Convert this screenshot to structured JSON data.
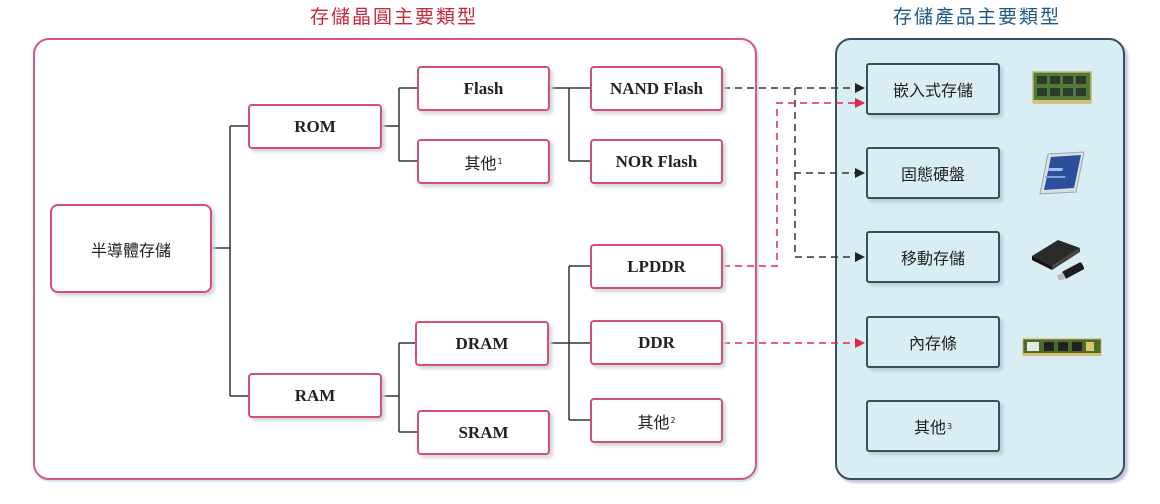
{
  "titles": {
    "wafer": "存儲晶圓主要類型",
    "product": "存儲產品主要類型"
  },
  "tree": {
    "root": "半導體存儲",
    "rom": "ROM",
    "ram": "RAM",
    "flash": "Flash",
    "rom_other": "其他",
    "rom_other_note": "1",
    "nand": "NAND Flash",
    "nor": "NOR Flash",
    "dram": "DRAM",
    "sram": "SRAM",
    "lpddr": "LPDDR",
    "ddr": "DDR",
    "dram_other": "其他",
    "dram_other_note": "2"
  },
  "products": [
    {
      "label": "嵌入式存儲",
      "icon": "embedded-memory-board-icon"
    },
    {
      "label": "固態硬盤",
      "icon": "ssd-icon"
    },
    {
      "label": "移動存儲",
      "icon": "portable-drive-icon"
    },
    {
      "label": "內存條",
      "icon": "memory-stick-icon"
    },
    {
      "label": "其他",
      "note": "3",
      "icon": null
    }
  ],
  "links": [
    {
      "from": "NAND Flash",
      "to": [
        "嵌入式存儲",
        "固態硬盤",
        "移動存儲"
      ],
      "color": "#333333",
      "style": "dashed"
    },
    {
      "from": "LPDDR",
      "to": [
        "嵌入式存儲"
      ],
      "color": "#e0284a",
      "style": "dashed"
    },
    {
      "from": "DDR",
      "to": [
        "內存條"
      ],
      "color": "#e0284a",
      "style": "dashed"
    }
  ],
  "colors": {
    "wafer_accent": "#d4506e",
    "product_accent": "#37505f",
    "product_bg": "#d9edf5",
    "wafer_title": "#c8283c",
    "product_title": "#1f5a86"
  }
}
